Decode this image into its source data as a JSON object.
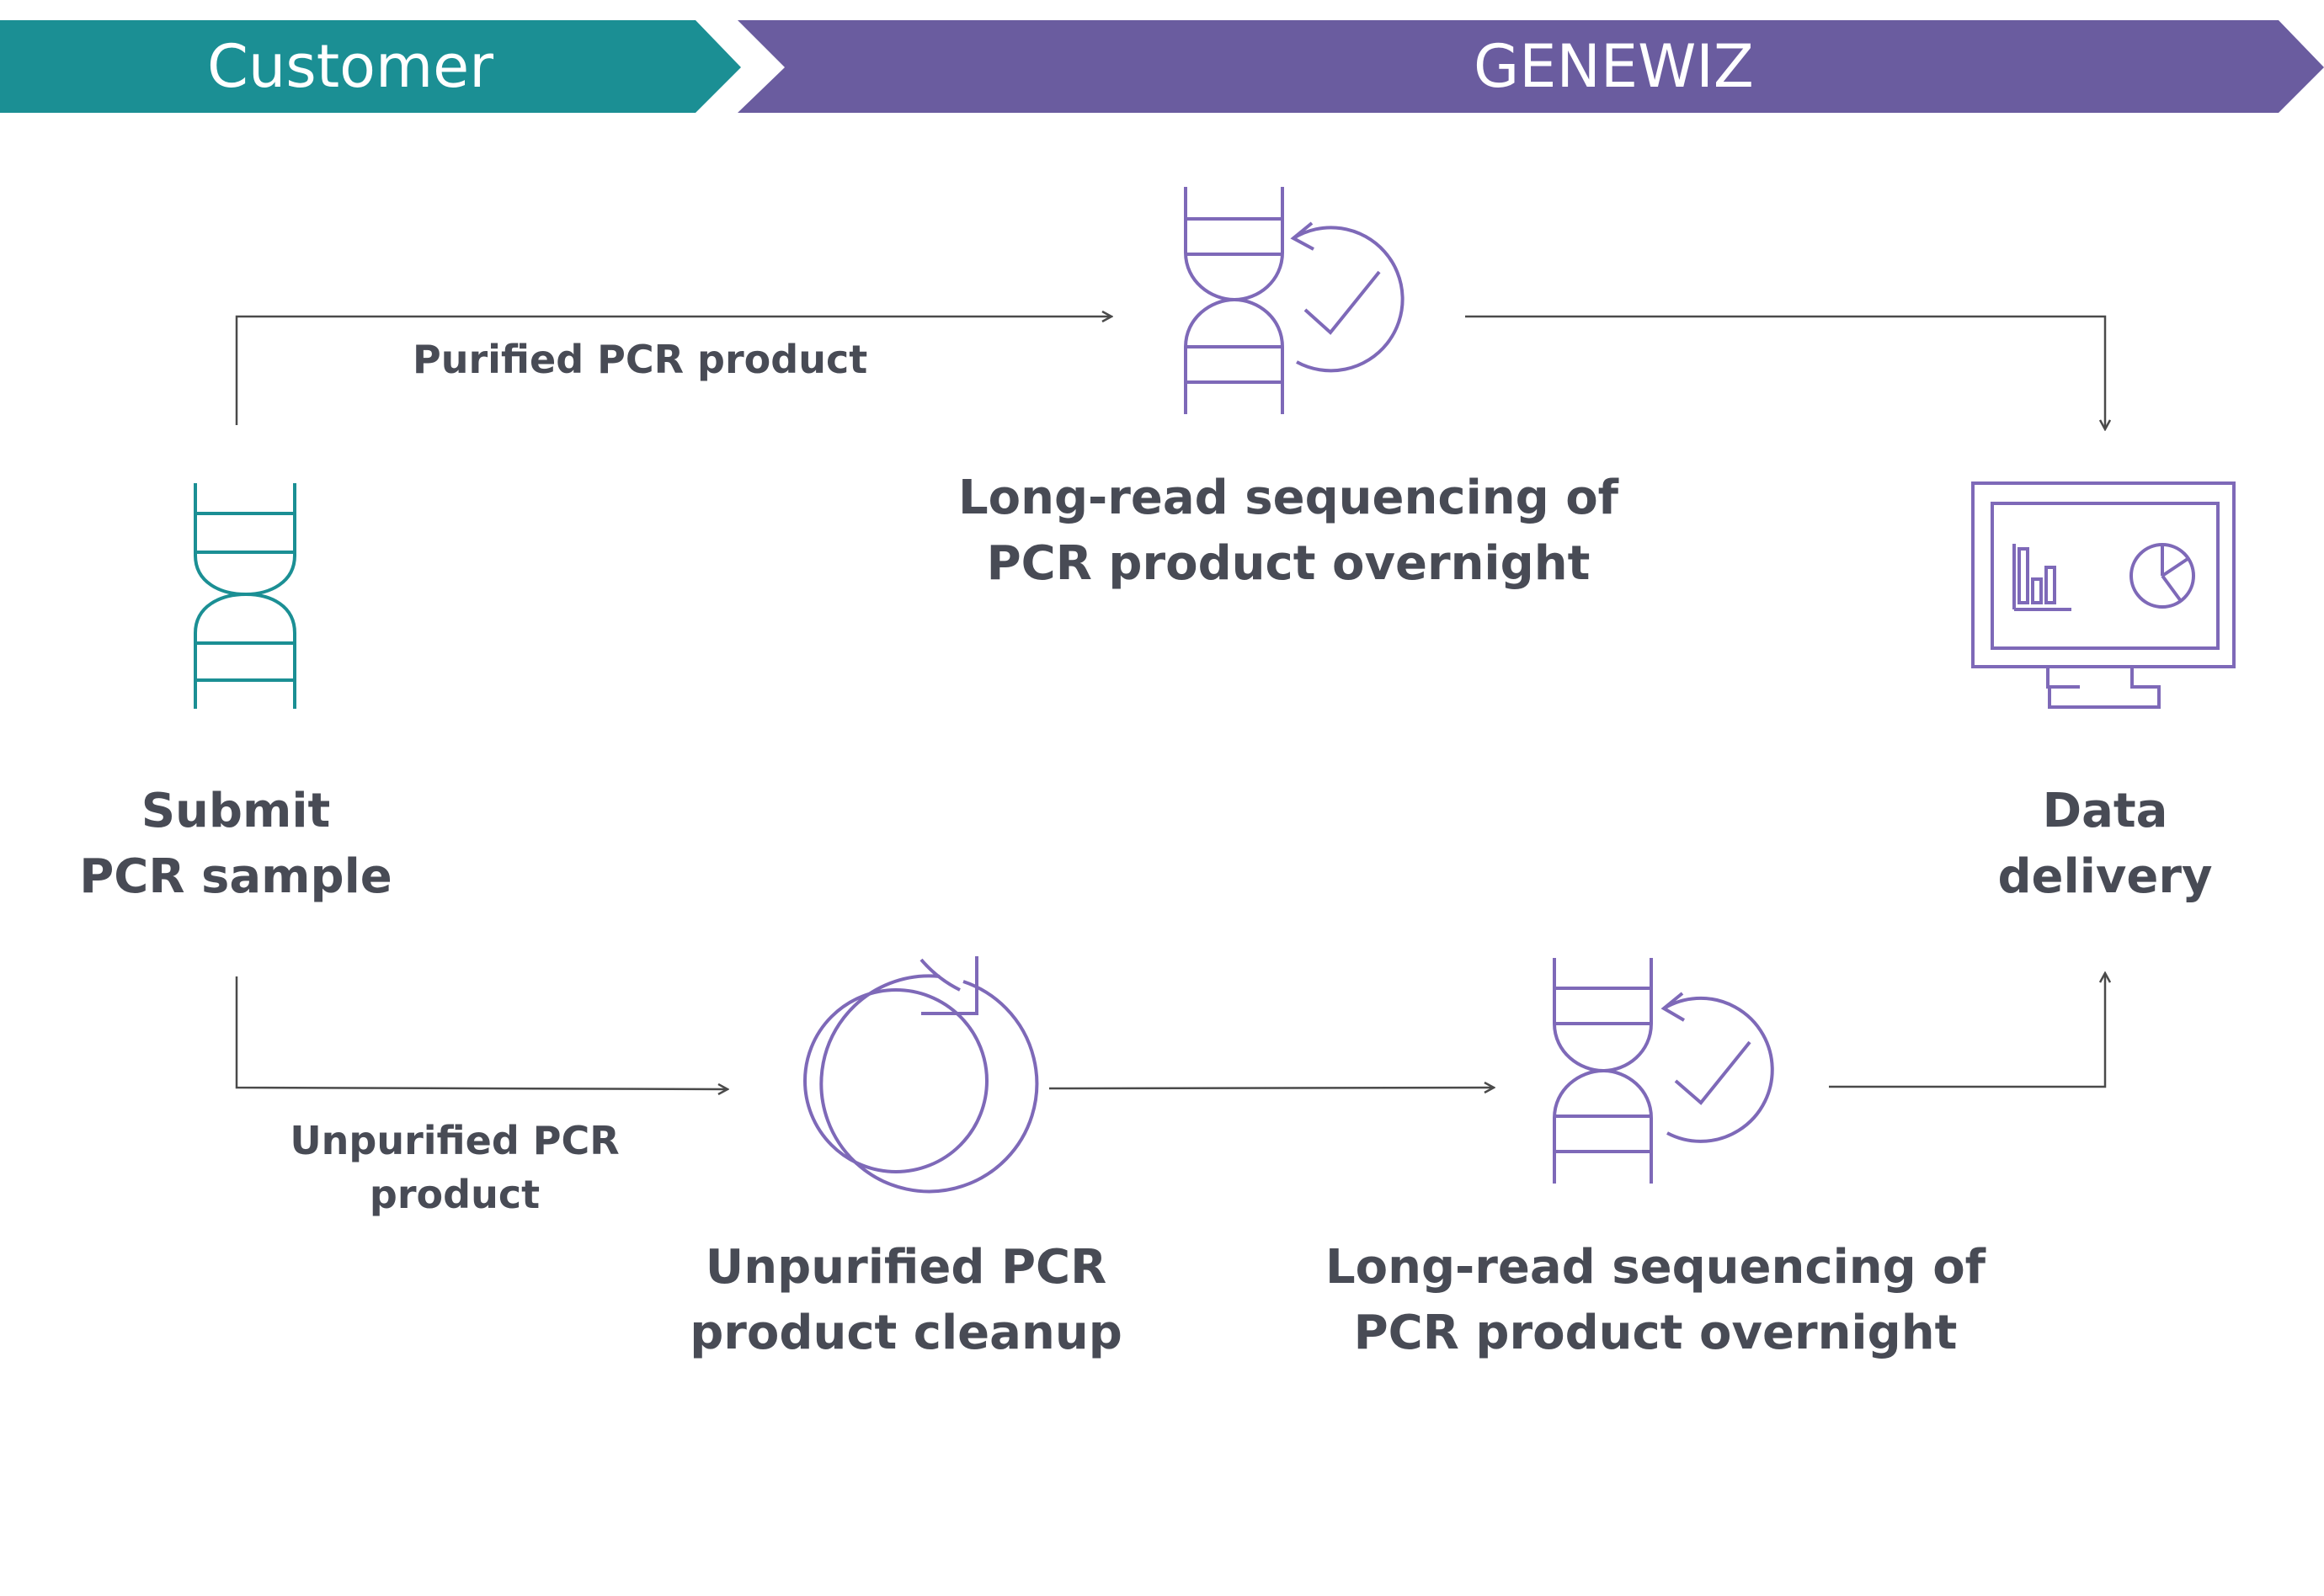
{
  "colors": {
    "customer": "#1b8f94",
    "genewiz": "#6a5c9f",
    "icon_purple": "#7e69b8",
    "icon_teal": "#1b8f94",
    "text": "#484b55",
    "connector": "#4a4a4a"
  },
  "header": {
    "customer_label": "Customer",
    "genewiz_label": "GENEWIZ"
  },
  "nodes": {
    "submit": {
      "icon": "dna-icon",
      "line1": "Submit",
      "line2": "PCR sample"
    },
    "seq_top": {
      "icon": "dna-check-icon",
      "line1": "Long-read sequencing of",
      "line2": "PCR product overnight"
    },
    "data": {
      "icon": "monitor-chart-icon",
      "line1": "Data",
      "line2": "delivery"
    },
    "cleanup": {
      "icon": "refresh-circle-icon",
      "line1": "Unpurified PCR",
      "line2": "product cleanup"
    },
    "seq_bottom": {
      "icon": "dna-check-icon",
      "line1": "Long-read sequencing of",
      "line2": "PCR product overnight"
    }
  },
  "edges": {
    "purified": {
      "label": "Purified PCR product"
    },
    "unpurified": {
      "line1": "Unpurified PCR",
      "line2": "product"
    }
  }
}
